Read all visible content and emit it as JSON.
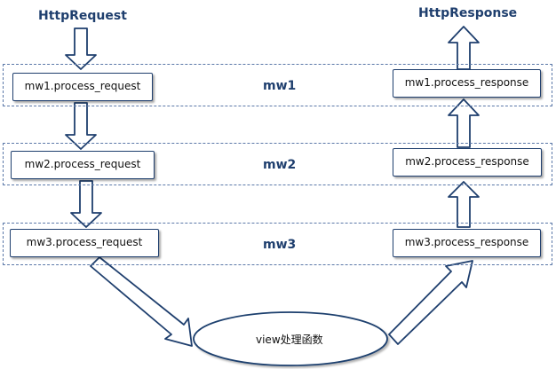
{
  "titles": {
    "request": "HttpRequest",
    "response": "HttpResponse"
  },
  "bands": [
    {
      "label": "mw1",
      "request_box": "mw1.process_request",
      "response_box": "mw1.process_response"
    },
    {
      "label": "mw2",
      "request_box": "mw2.process_request",
      "response_box": "mw2.process_response"
    },
    {
      "label": "mw3",
      "request_box": "mw3.process_request",
      "response_box": "mw3.process_response"
    }
  ],
  "view": {
    "label": "view处理函数"
  },
  "colors": {
    "box_border": "#1f3f6e",
    "band_border": "#5b78a8",
    "text_dark": "#1f3f6e",
    "arrow_stroke": "#1f3f6e"
  }
}
